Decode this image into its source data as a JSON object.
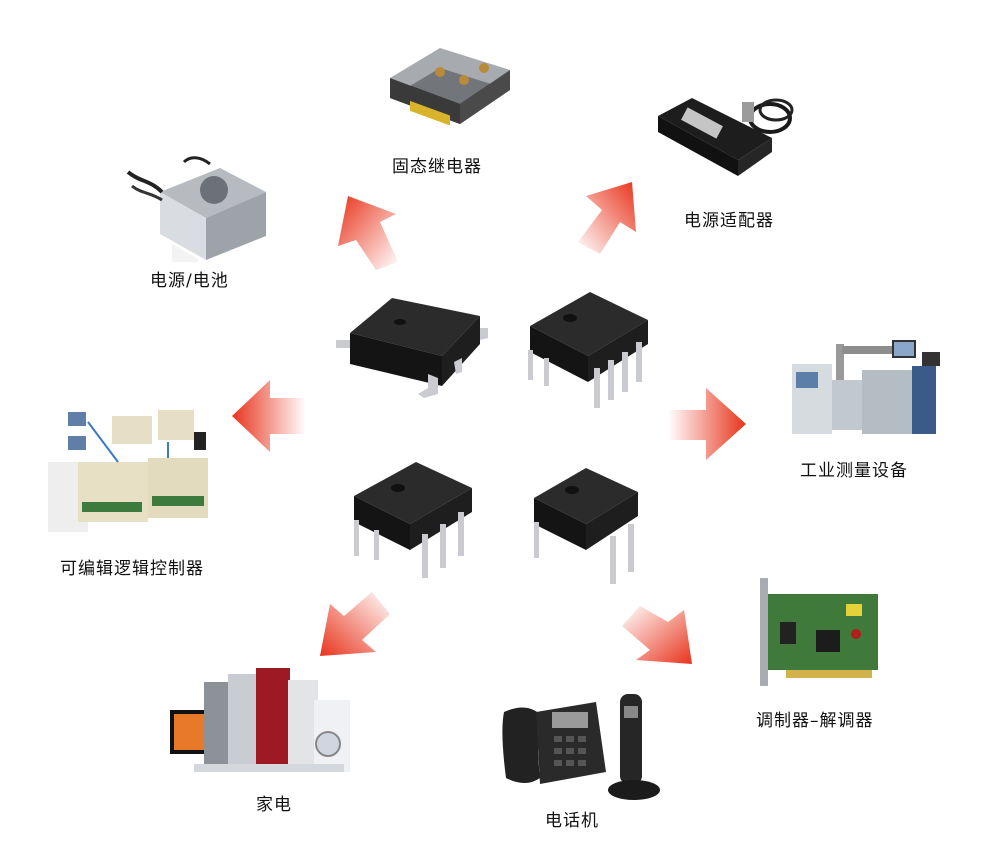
{
  "labels": {
    "solid_state_relay": "固态继电器",
    "power_adapter": "电源适配器",
    "power_battery": "电源/电池",
    "industrial_measurement": "工业测量设备",
    "plc": "可编辑逻辑控制器",
    "home_appliances": "家电",
    "telephone": "电话机",
    "modem": "调制器–解调器"
  },
  "colors": {
    "arrow_red": "#e8341c",
    "chip_body": "#1a1a1a",
    "pin_silver": "#c9cbd1"
  }
}
